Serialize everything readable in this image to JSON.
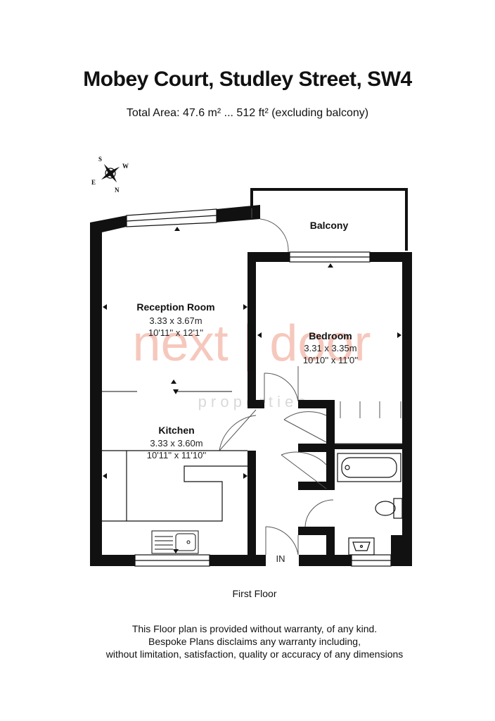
{
  "header": {
    "title": "Mobey Court, Studley Street, SW4",
    "subtitle": "Total Area: 47.6 m² ... 512 ft² (excluding balcony)"
  },
  "compass": {
    "s": "S",
    "w": "W",
    "e": "E",
    "n": "N"
  },
  "watermark": {
    "main": "next | door",
    "sub": "p r o p e r t i e s"
  },
  "rooms": {
    "balcony": {
      "label": "Balcony"
    },
    "reception": {
      "label": "Reception Room",
      "metric": "3.33 x 3.67m",
      "imperial": "10'11'' x 12'1''"
    },
    "bedroom": {
      "label": "Bedroom",
      "metric": "3.31 x 3.35m",
      "imperial": "10'10'' x 11'0''"
    },
    "kitchen": {
      "label": "Kitchen",
      "metric": "3.33 x 3.60m",
      "imperial": "10'11'' x 11'10''"
    }
  },
  "entrance_label": "IN",
  "floor_label": "First Floor",
  "disclaimer": [
    "This Floor plan is provided without warranty, of any kind.",
    "Bespoke Plans disclaims any warranty including,",
    "without limitation, satisfaction, quality or accuracy of any dimensions"
  ]
}
